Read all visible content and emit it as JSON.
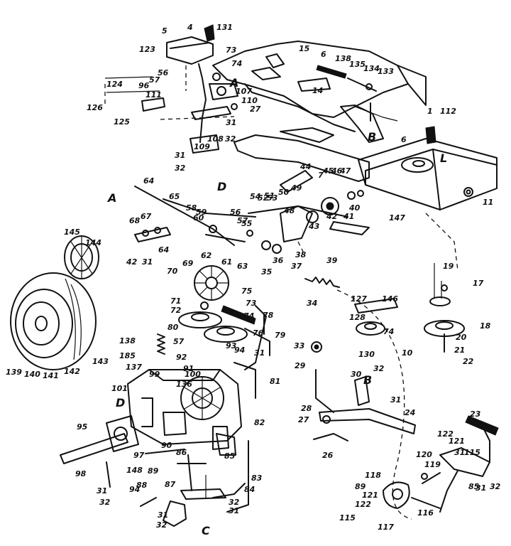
{
  "callouts": [
    {
      "text": "5"
    },
    {
      "text": "4"
    },
    {
      "text": "131"
    },
    {
      "text": "123"
    },
    {
      "text": "73"
    },
    {
      "text": "74"
    },
    {
      "text": "56"
    },
    {
      "text": "57"
    },
    {
      "text": "96"
    },
    {
      "text": "124"
    },
    {
      "text": "111"
    },
    {
      "text": "126"
    },
    {
      "text": "125"
    },
    {
      "text": "A"
    },
    {
      "text": "107"
    },
    {
      "text": "110"
    },
    {
      "text": "27"
    },
    {
      "text": "31"
    },
    {
      "text": "32"
    },
    {
      "text": "108"
    },
    {
      "text": "109"
    },
    {
      "text": "31"
    },
    {
      "text": "32"
    },
    {
      "text": "D"
    },
    {
      "text": "15"
    },
    {
      "text": "6"
    },
    {
      "text": "14"
    },
    {
      "text": "138"
    },
    {
      "text": "135"
    },
    {
      "text": "134"
    },
    {
      "text": "133"
    },
    {
      "text": "B"
    },
    {
      "text": "1"
    },
    {
      "text": "112"
    },
    {
      "text": "6"
    },
    {
      "text": "L"
    },
    {
      "text": "11"
    },
    {
      "text": "44"
    },
    {
      "text": "45"
    },
    {
      "text": "46"
    },
    {
      "text": "47"
    },
    {
      "text": "7"
    },
    {
      "text": "40"
    },
    {
      "text": "41"
    },
    {
      "text": "42"
    },
    {
      "text": "43"
    },
    {
      "text": "39"
    },
    {
      "text": "38"
    },
    {
      "text": "37"
    },
    {
      "text": "36"
    },
    {
      "text": "35"
    },
    {
      "text": "53"
    },
    {
      "text": "52"
    },
    {
      "text": "54"
    },
    {
      "text": "51"
    },
    {
      "text": "50"
    },
    {
      "text": "49"
    },
    {
      "text": "48"
    },
    {
      "text": "147"
    },
    {
      "text": "19"
    },
    {
      "text": "17"
    },
    {
      "text": "18"
    },
    {
      "text": "20"
    },
    {
      "text": "21"
    },
    {
      "text": "22"
    },
    {
      "text": "A"
    },
    {
      "text": "64"
    },
    {
      "text": "65"
    },
    {
      "text": "58"
    },
    {
      "text": "59"
    },
    {
      "text": "60"
    },
    {
      "text": "56"
    },
    {
      "text": "57"
    },
    {
      "text": "55"
    },
    {
      "text": "68"
    },
    {
      "text": "67"
    },
    {
      "text": "42"
    },
    {
      "text": "31"
    },
    {
      "text": "64"
    },
    {
      "text": "62"
    },
    {
      "text": "61"
    },
    {
      "text": "63"
    },
    {
      "text": "69"
    },
    {
      "text": "70"
    },
    {
      "text": "145"
    },
    {
      "text": "144"
    },
    {
      "text": "34"
    },
    {
      "text": "127"
    },
    {
      "text": "146"
    },
    {
      "text": "128"
    },
    {
      "text": "74"
    },
    {
      "text": "130"
    },
    {
      "text": "10"
    },
    {
      "text": "71"
    },
    {
      "text": "72"
    },
    {
      "text": "75"
    },
    {
      "text": "73"
    },
    {
      "text": "74"
    },
    {
      "text": "76"
    },
    {
      "text": "78"
    },
    {
      "text": "79"
    },
    {
      "text": "80"
    },
    {
      "text": "57"
    },
    {
      "text": "92"
    },
    {
      "text": "93"
    },
    {
      "text": "94"
    },
    {
      "text": "31"
    },
    {
      "text": "33"
    },
    {
      "text": "29"
    },
    {
      "text": "139"
    },
    {
      "text": "140"
    },
    {
      "text": "141"
    },
    {
      "text": "142"
    },
    {
      "text": "143"
    },
    {
      "text": "138"
    },
    {
      "text": "185"
    },
    {
      "text": "137"
    },
    {
      "text": "99"
    },
    {
      "text": "91"
    },
    {
      "text": "100"
    },
    {
      "text": "136"
    },
    {
      "text": "81"
    },
    {
      "text": "101"
    },
    {
      "text": "D"
    },
    {
      "text": "30"
    },
    {
      "text": "B"
    },
    {
      "text": "32"
    },
    {
      "text": "31"
    },
    {
      "text": "24"
    },
    {
      "text": "28"
    },
    {
      "text": "27"
    },
    {
      "text": "26"
    },
    {
      "text": "95"
    },
    {
      "text": "82"
    },
    {
      "text": "97"
    },
    {
      "text": "90"
    },
    {
      "text": "86"
    },
    {
      "text": "85"
    },
    {
      "text": "89"
    },
    {
      "text": "23"
    },
    {
      "text": "98"
    },
    {
      "text": "148"
    },
    {
      "text": "31"
    },
    {
      "text": "32"
    },
    {
      "text": "87"
    },
    {
      "text": "83"
    },
    {
      "text": "84"
    },
    {
      "text": "88"
    },
    {
      "text": "94"
    },
    {
      "text": "32"
    },
    {
      "text": "31"
    },
    {
      "text": "31"
    },
    {
      "text": "32"
    },
    {
      "text": "C"
    },
    {
      "text": "122"
    },
    {
      "text": "121"
    },
    {
      "text": "31"
    },
    {
      "text": "115"
    },
    {
      "text": "120"
    },
    {
      "text": "119"
    },
    {
      "text": "118"
    },
    {
      "text": "89"
    },
    {
      "text": "121"
    },
    {
      "text": "122"
    },
    {
      "text": "115"
    },
    {
      "text": "117"
    },
    {
      "text": "116"
    },
    {
      "text": "85"
    },
    {
      "text": "31"
    },
    {
      "text": "32"
    }
  ]
}
